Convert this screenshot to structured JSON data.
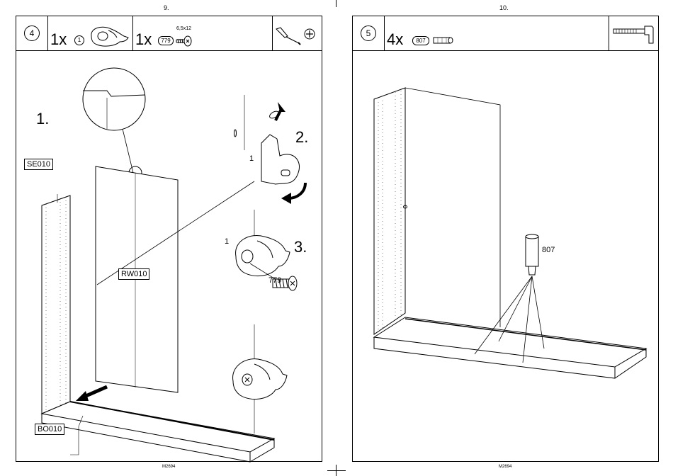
{
  "left_page": {
    "page_number": "9.",
    "footer": "M2694",
    "step": "4",
    "parts": [
      {
        "qty": "1x",
        "part_code": "1"
      },
      {
        "qty": "1x",
        "part_code": "779",
        "spec": "6,5x12"
      }
    ],
    "tools": [
      "screwdriver-icon",
      "phillips-head-icon"
    ],
    "substeps": [
      "1.",
      "2.",
      "3."
    ],
    "panel_labels": {
      "side": "SE010",
      "back": "RW010",
      "bottom": "BO010"
    },
    "callouts": {
      "hook_a": "1",
      "hook_b": "1",
      "screw": "779"
    }
  },
  "right_page": {
    "page_number": "10.",
    "footer": "M2694",
    "step": "5",
    "parts": [
      {
        "qty": "4x",
        "part_code": "807"
      }
    ],
    "tools": [
      "hammer-icon"
    ],
    "callouts": {
      "dowel": "807"
    }
  }
}
